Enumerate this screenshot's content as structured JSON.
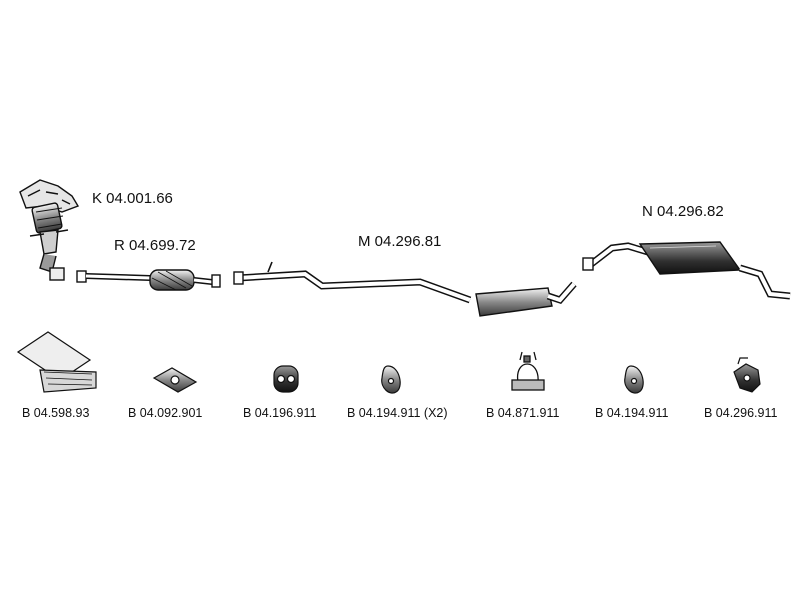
{
  "assemblies": [
    {
      "code": "K 04.001.66"
    },
    {
      "code": "R 04.699.72"
    },
    {
      "code": "M 04.296.81"
    },
    {
      "code": "N 04.296.82"
    }
  ],
  "hardware": [
    {
      "code": "B 04.598.93"
    },
    {
      "code": "B 04.092.901"
    },
    {
      "code": "B 04.196.911"
    },
    {
      "code": "B 04.194.911 (X2)"
    },
    {
      "code": "B 04.871.911"
    },
    {
      "code": "B 04.194.911"
    },
    {
      "code": "B 04.296.911"
    }
  ]
}
